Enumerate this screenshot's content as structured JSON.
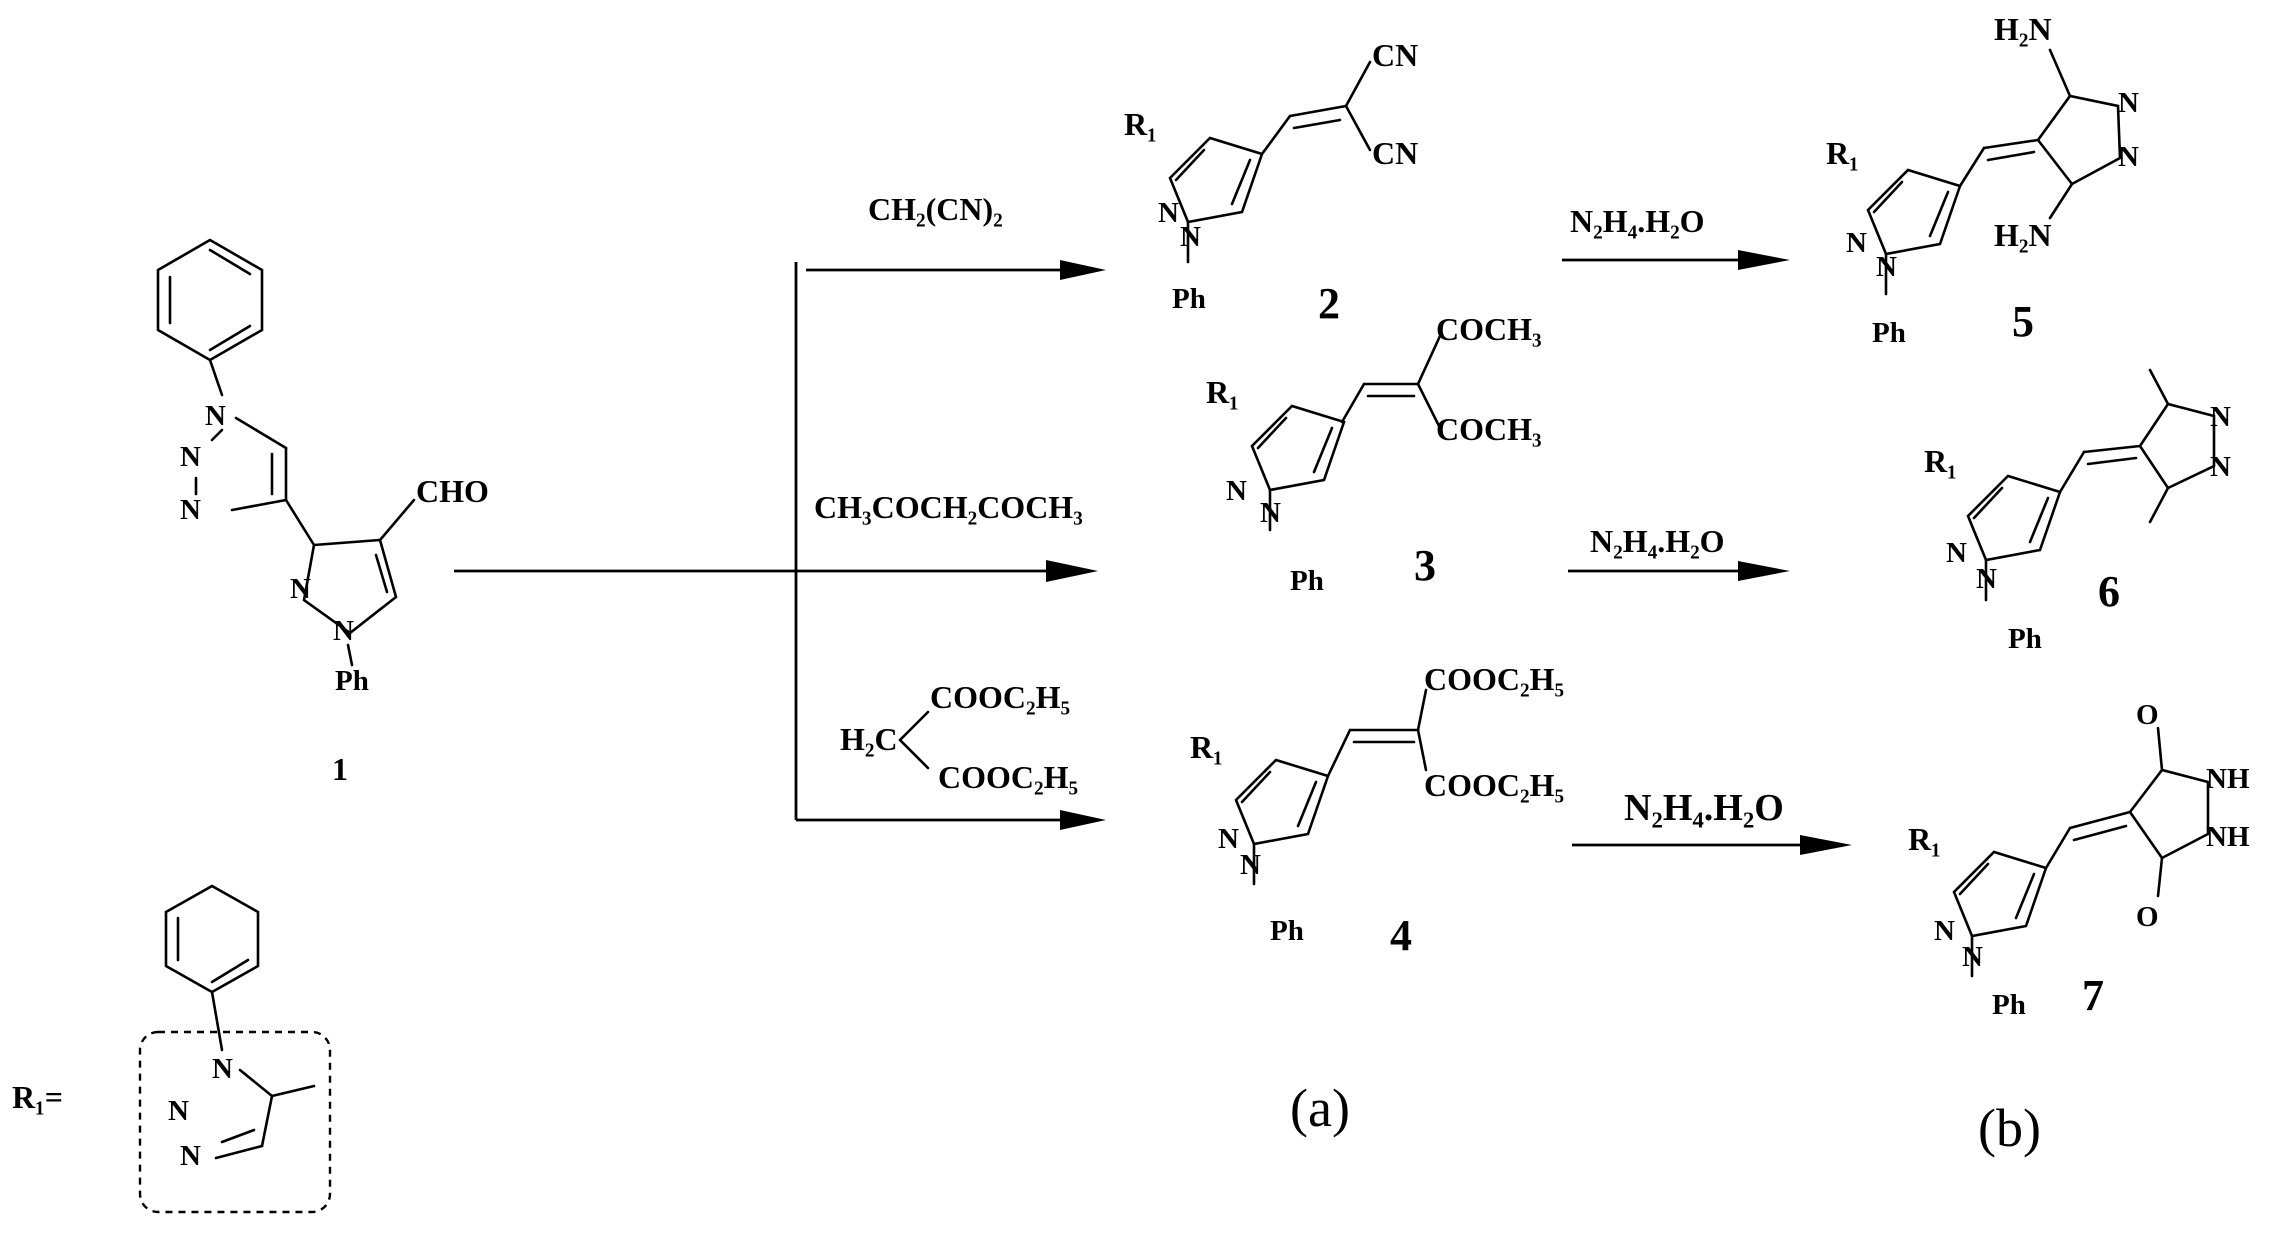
{
  "reagents": {
    "malononitrile": "CH₂(CN)₂",
    "acetylacetone": "CH₃COCH₂COCH₃",
    "malonate_ch2": "H₂C",
    "malonate_ester_top": "COOC₂H₅",
    "malonate_ester_bottom": "COOC₂H₅",
    "hydrazine_1": "N₂H₄.H₂O",
    "hydrazine_2": "N₂H₄.H₂O",
    "hydrazine_3": "N₂H₄.H₂O"
  },
  "compounds": {
    "c1": {
      "number": "1",
      "group": "CHO",
      "ph": "Ph"
    },
    "c2": {
      "number": "2",
      "r": "R₁",
      "ph": "Ph",
      "group_top": "CN",
      "group_bottom": "CN"
    },
    "c3": {
      "number": "3",
      "r": "R₁",
      "ph": "Ph",
      "group_top": "COCH₃",
      "group_bottom": "COCH₃"
    },
    "c4": {
      "number": "4",
      "r": "R₁",
      "ph": "Ph",
      "group_top": "COOC₂H₅",
      "group_bottom": "COOC₂H₅"
    },
    "c5": {
      "number": "5",
      "r": "R₁",
      "ph": "Ph",
      "group_top": "H₂N",
      "group_bottom": "H₂N"
    },
    "c6": {
      "number": "6",
      "r": "R₁",
      "ph": "Ph"
    },
    "c7": {
      "number": "7",
      "r": "R₁",
      "ph": "Ph",
      "o_top": "O",
      "o_bottom": "O",
      "nh_top": "NH",
      "nh_bottom": "NH"
    }
  },
  "r1_definition": {
    "label": "R₁="
  },
  "panel_labels": {
    "a": "(a)",
    "b": "(b)"
  }
}
